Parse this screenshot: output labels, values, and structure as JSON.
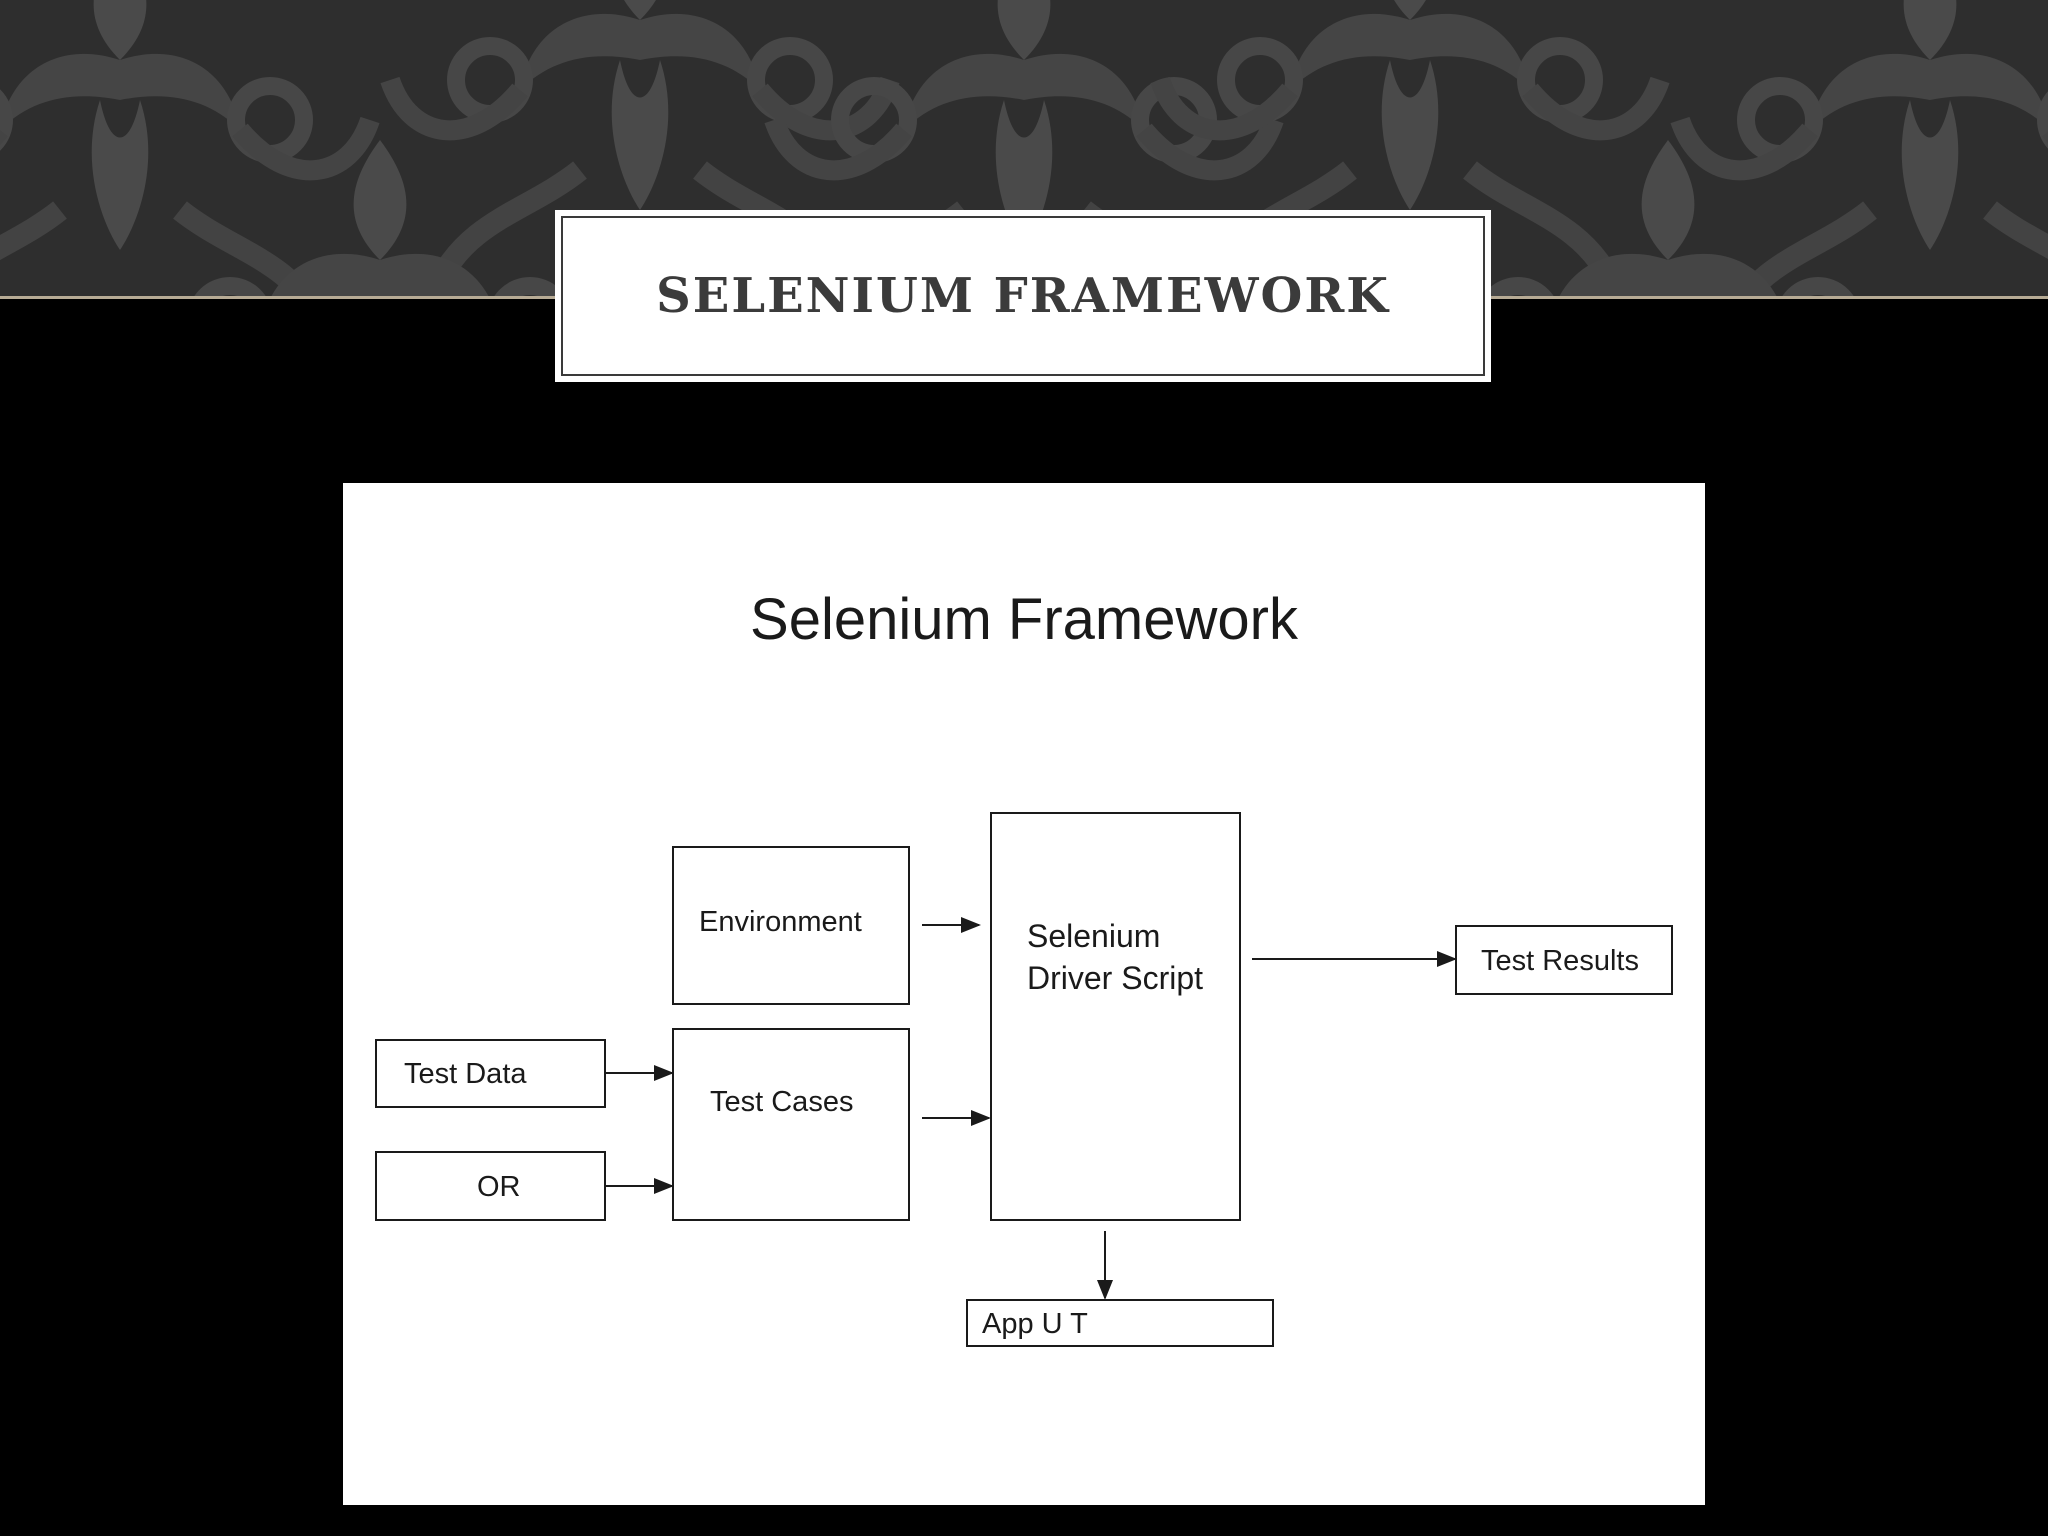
{
  "slide": {
    "title": "SELENIUM FRAMEWORK",
    "colors": {
      "background": "#000000",
      "band": "#2e2e2e",
      "band_rule": "#b7ab95",
      "title_text": "#3b3b3b",
      "diagram_ink": "#1a1a1a"
    }
  },
  "diagram": {
    "title": "Selenium Framework",
    "nodes": {
      "environment": "Environment",
      "test_data": "Test Data",
      "test_cases": "Test Cases",
      "or": "OR",
      "driver_line1": "Selenium",
      "driver_line2": "Driver Script",
      "test_results": "Test Results",
      "app_ut": "App U T"
    },
    "edges": [
      {
        "from": "Environment",
        "to": "Selenium Driver Script"
      },
      {
        "from": "Test Cases",
        "to": "Selenium Driver Script"
      },
      {
        "from": "Test Data",
        "to": "Test Cases"
      },
      {
        "from": "OR",
        "to": "Test Cases"
      },
      {
        "from": "Selenium Driver Script",
        "to": "Test Results"
      },
      {
        "from": "Selenium Driver Script",
        "to": "App U T"
      }
    ]
  }
}
